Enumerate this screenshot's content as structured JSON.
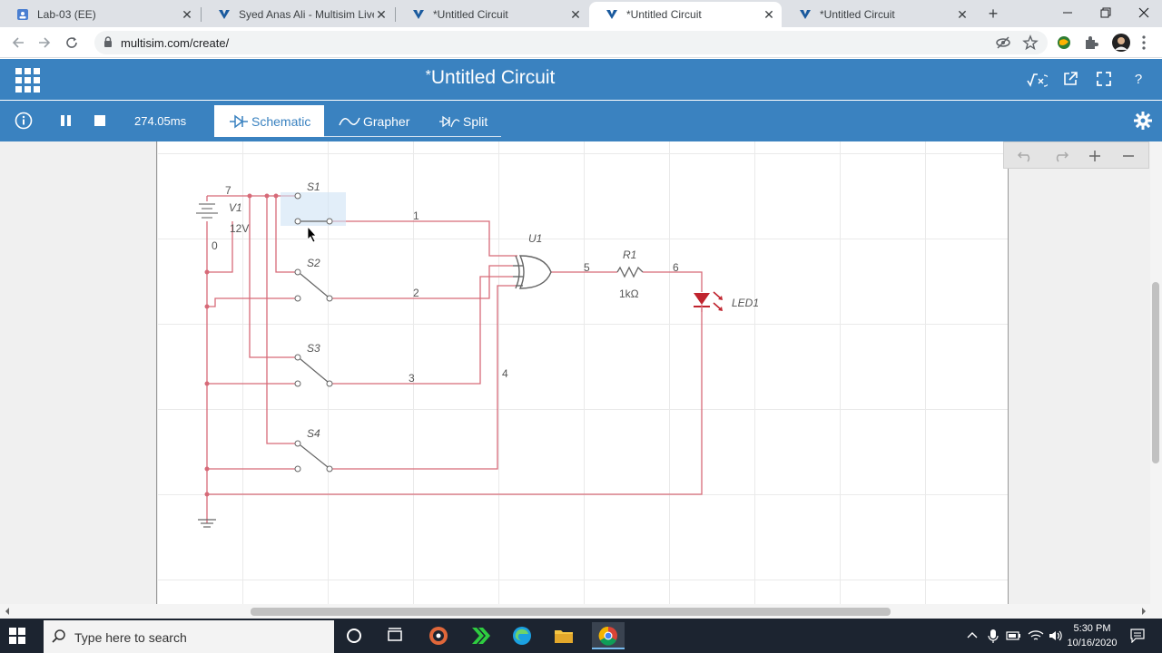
{
  "browser": {
    "tabs": [
      {
        "label": "Lab-03 (EE)",
        "active": false
      },
      {
        "label": "Syed Anas Ali - Multisim Live",
        "active": false
      },
      {
        "label": "*Untitled Circuit",
        "active": false
      },
      {
        "label": "*Untitled Circuit",
        "active": true
      },
      {
        "label": "*Untitled Circuit",
        "active": false
      }
    ],
    "url": "multisim.com/create/"
  },
  "app": {
    "title": "Untitled Circuit",
    "unsaved_marker": "*",
    "header_color": "#3a82c0"
  },
  "toolbar": {
    "sim_time": "274.05ms",
    "views": [
      {
        "label": "Schematic",
        "selected": true
      },
      {
        "label": "Grapher",
        "selected": false
      },
      {
        "label": "Split",
        "selected": false
      }
    ]
  },
  "schematic": {
    "wire_color": "#d76a78",
    "source": {
      "name": "V1",
      "value": "12V"
    },
    "switches": [
      "S1",
      "S2",
      "S3",
      "S4"
    ],
    "gate": {
      "name": "U1"
    },
    "resistor": {
      "name": "R1",
      "value": "1kΩ"
    },
    "led": {
      "name": "LED1"
    },
    "nets": [
      "7",
      "0",
      "1",
      "2",
      "3",
      "4",
      "5",
      "6"
    ]
  },
  "taskbar": {
    "search_placeholder": "Type here to search",
    "time": "5:30 PM",
    "date": "10/16/2020"
  }
}
